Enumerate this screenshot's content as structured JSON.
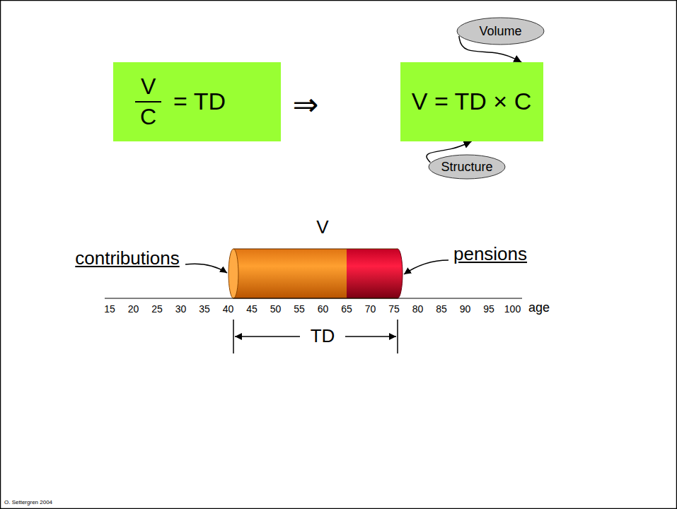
{
  "diagram": {
    "nodes": [
      {
        "text": [
          "V",
          "C",
          "= TD"
        ]
      },
      {
        "text": [
          "V = TD × C"
        ]
      },
      {
        "text": [
          "Volume"
        ]
      },
      {
        "text": [
          "Structure"
        ]
      }
    ],
    "edges": [
      {
        "from": 2,
        "to": 1,
        "arrow": "to"
      },
      {
        "from": 3,
        "to": 1,
        "arrow": "to"
      }
    ],
    "labels": [
      "⇒",
      "V",
      "contributions",
      "pensions",
      "15",
      "20",
      "25",
      "30",
      "35",
      "40",
      "45",
      "50",
      "55",
      "60",
      "65",
      "70",
      "75",
      "80",
      "85",
      "90",
      "95",
      "100",
      "age",
      "TD",
      "O. Settergren 2004"
    ]
  }
}
